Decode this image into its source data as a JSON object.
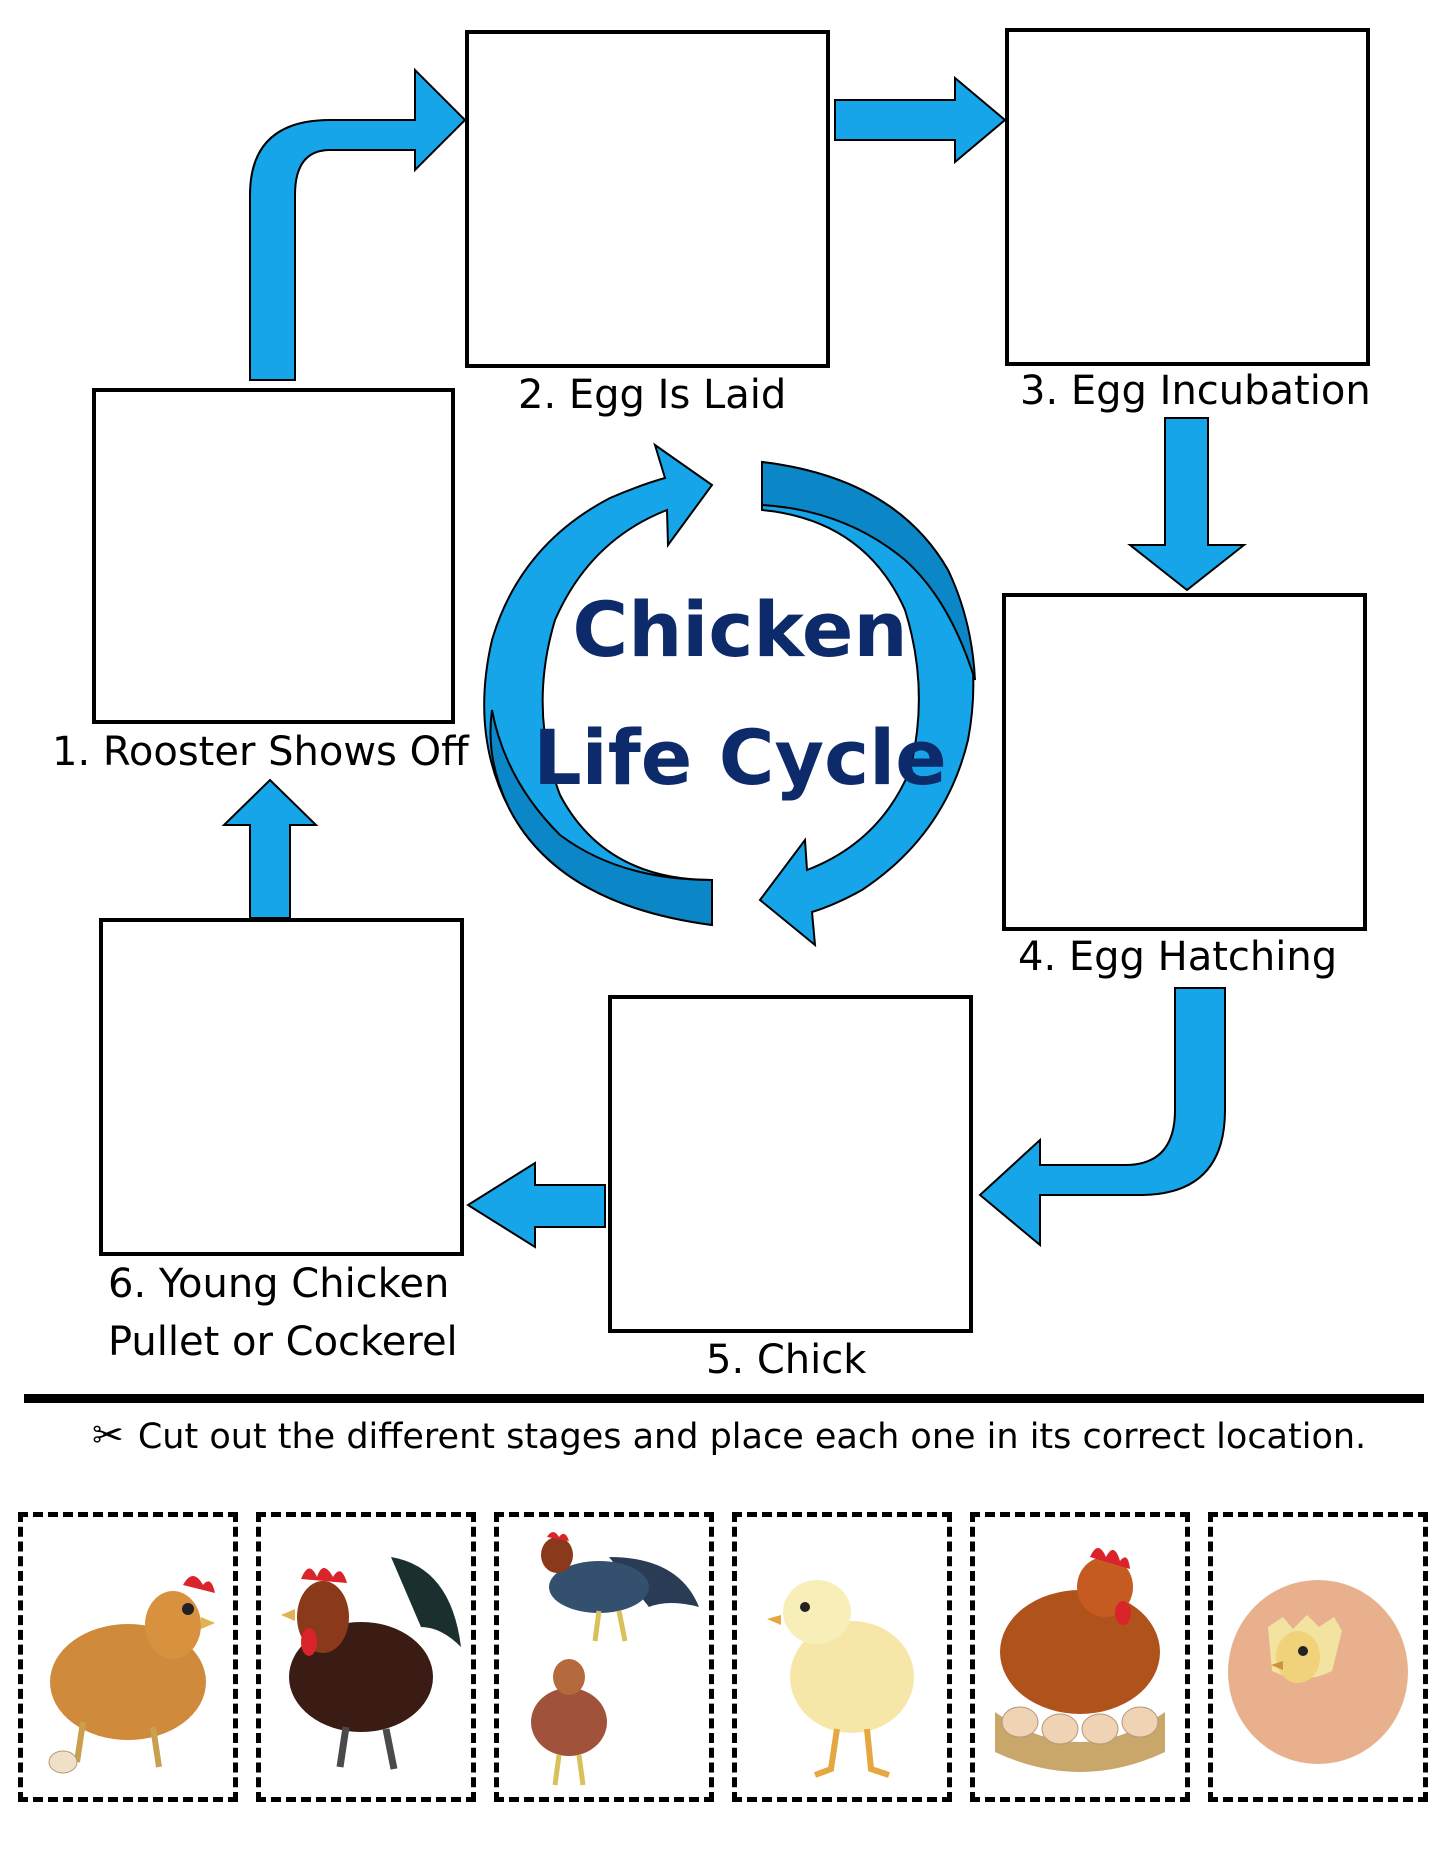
{
  "title": {
    "line1": "Chicken",
    "line2": "Life Cycle"
  },
  "stages": [
    {
      "label": "1. Rooster Shows Off"
    },
    {
      "label": "2. Egg Is Laid"
    },
    {
      "label": "3.  Egg Incubation"
    },
    {
      "label": "4. Egg Hatching"
    },
    {
      "label": "5. Chick"
    },
    {
      "label_line1": "6. Young Chicken",
      "label_line2": "Pullet or Cockerel"
    }
  ],
  "instruction": {
    "icon": "scissors-icon",
    "text": "Cut out the different stages and place each one in its correct location."
  },
  "cutouts": [
    {
      "subject": "hen-with-egg"
    },
    {
      "subject": "rooster"
    },
    {
      "subject": "young-rooster-and-pullet"
    },
    {
      "subject": "chick"
    },
    {
      "subject": "hen-on-nest"
    },
    {
      "subject": "hatching-egg"
    }
  ],
  "colors": {
    "arrow_fill": "#16a5e8",
    "arrow_dark": "#0b86c6",
    "title": "#0d2a6b",
    "line": "#000000"
  }
}
